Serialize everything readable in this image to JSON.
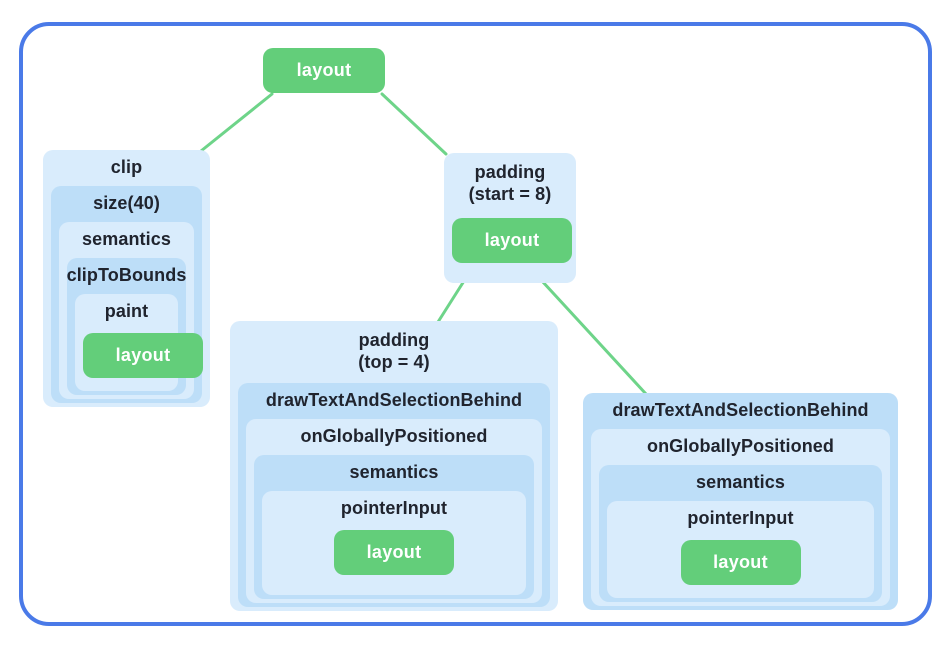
{
  "colors": {
    "frame_border": "#4a7ae8",
    "shade_light": "#d9ecfc",
    "shade_medium": "#bddef8",
    "node_green": "#63ce7a",
    "edge_green": "#6ed489",
    "label_text": "#20242e",
    "leaf_text": "#ffffff"
  },
  "tree": {
    "root": {
      "label": "layout"
    },
    "clip_chain": {
      "labels": [
        "clip",
        "size(40)",
        "semantics",
        "clipToBounds",
        "paint"
      ],
      "leaf": "layout"
    },
    "padding_start": {
      "label_line1": "padding",
      "label_line2": "(start = 8)",
      "leaf": "layout"
    },
    "padding_top_chain": {
      "label_line1": "padding",
      "label_line2": "(top = 4)",
      "labels": [
        "drawTextAndSelectionBehind",
        "onGloballyPositioned",
        "semantics",
        "pointerInput"
      ],
      "leaf": "layout"
    },
    "draw_text_chain": {
      "labels": [
        "drawTextAndSelectionBehind",
        "onGloballyPositioned",
        "semantics",
        "pointerInput"
      ],
      "leaf": "layout"
    }
  }
}
